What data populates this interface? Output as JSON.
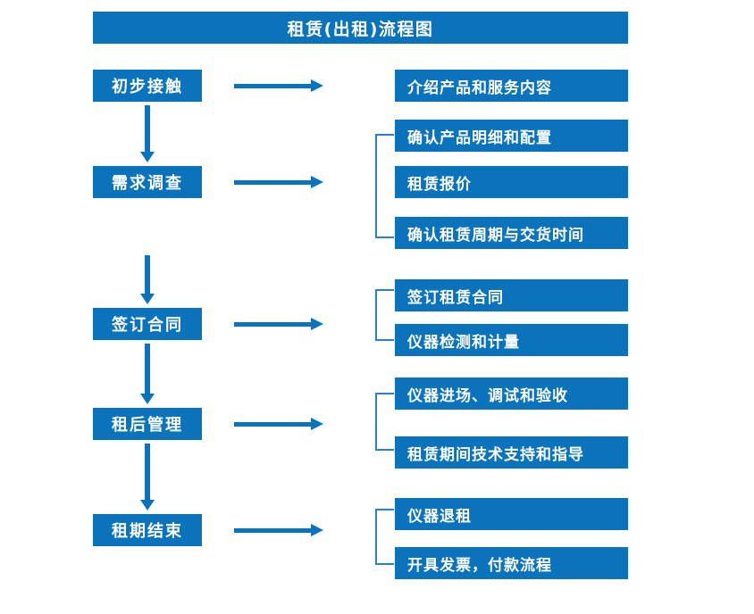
{
  "diagram": {
    "title": "租赁(出租)流程图",
    "accent_color": "#0b72bc",
    "bracket_color": "#2f7fc4",
    "text_color": "#ffffff",
    "background_color": "#ffffff",
    "stages": [
      {
        "label": "初步接触"
      },
      {
        "label": "需求调查"
      },
      {
        "label": "签订合同"
      },
      {
        "label": "租后管理"
      },
      {
        "label": "租期结束"
      }
    ],
    "details": [
      {
        "label": "介绍产品和服务内容"
      },
      {
        "label": "确认产品明细和配置"
      },
      {
        "label": "租赁报价"
      },
      {
        "label": "确认租赁周期与交货时间"
      },
      {
        "label": "签订租赁合同"
      },
      {
        "label": "仪器检测和计量"
      },
      {
        "label": "仪器进场、调试和验收"
      },
      {
        "label": "租赁期间技术支持和指导"
      },
      {
        "label": "仪器退租"
      },
      {
        "label": "开具发票，付款流程"
      }
    ],
    "connectors": {
      "horizontal_arrow_count": 5,
      "vertical_arrow_count": 4,
      "bracket_count": 4
    }
  }
}
